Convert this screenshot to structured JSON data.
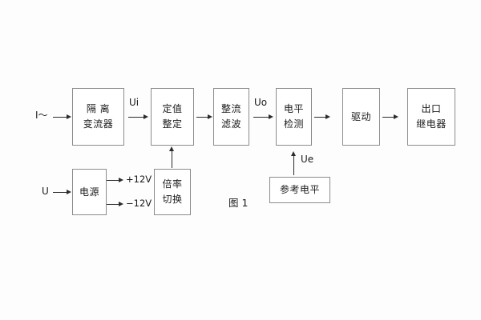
{
  "figure": {
    "caption": "图 1",
    "accent_color": "#2b2b2b",
    "box_border_color": "#8b8b8b",
    "background": "#fdfdfd"
  },
  "inputs": {
    "current_input": "I～",
    "voltage_input": "U"
  },
  "signals": {
    "ui": "Ui",
    "uo": "Uo",
    "ue": "Ue",
    "rail_positive": "+12V",
    "rail_negative": "−12V"
  },
  "blocks": [
    {
      "id": "isolation-transformer",
      "line1": "隔 离",
      "line2": "变流器"
    },
    {
      "id": "setting-adjust",
      "line1": "定值",
      "line2": "整定"
    },
    {
      "id": "rectify-filter",
      "line1": "整流",
      "line2": "滤波"
    },
    {
      "id": "level-detect",
      "line1": "电平",
      "line2": "检测"
    },
    {
      "id": "drive",
      "line1": "驱动",
      "line2": ""
    },
    {
      "id": "output-relay",
      "line1": "出口",
      "line2": "继电器"
    },
    {
      "id": "power-supply",
      "line1": "电源",
      "line2": ""
    },
    {
      "id": "multiplier-switch",
      "line1": "倍率",
      "line2": "切换"
    },
    {
      "id": "reference-level",
      "line1": "参考电平",
      "line2": ""
    }
  ]
}
